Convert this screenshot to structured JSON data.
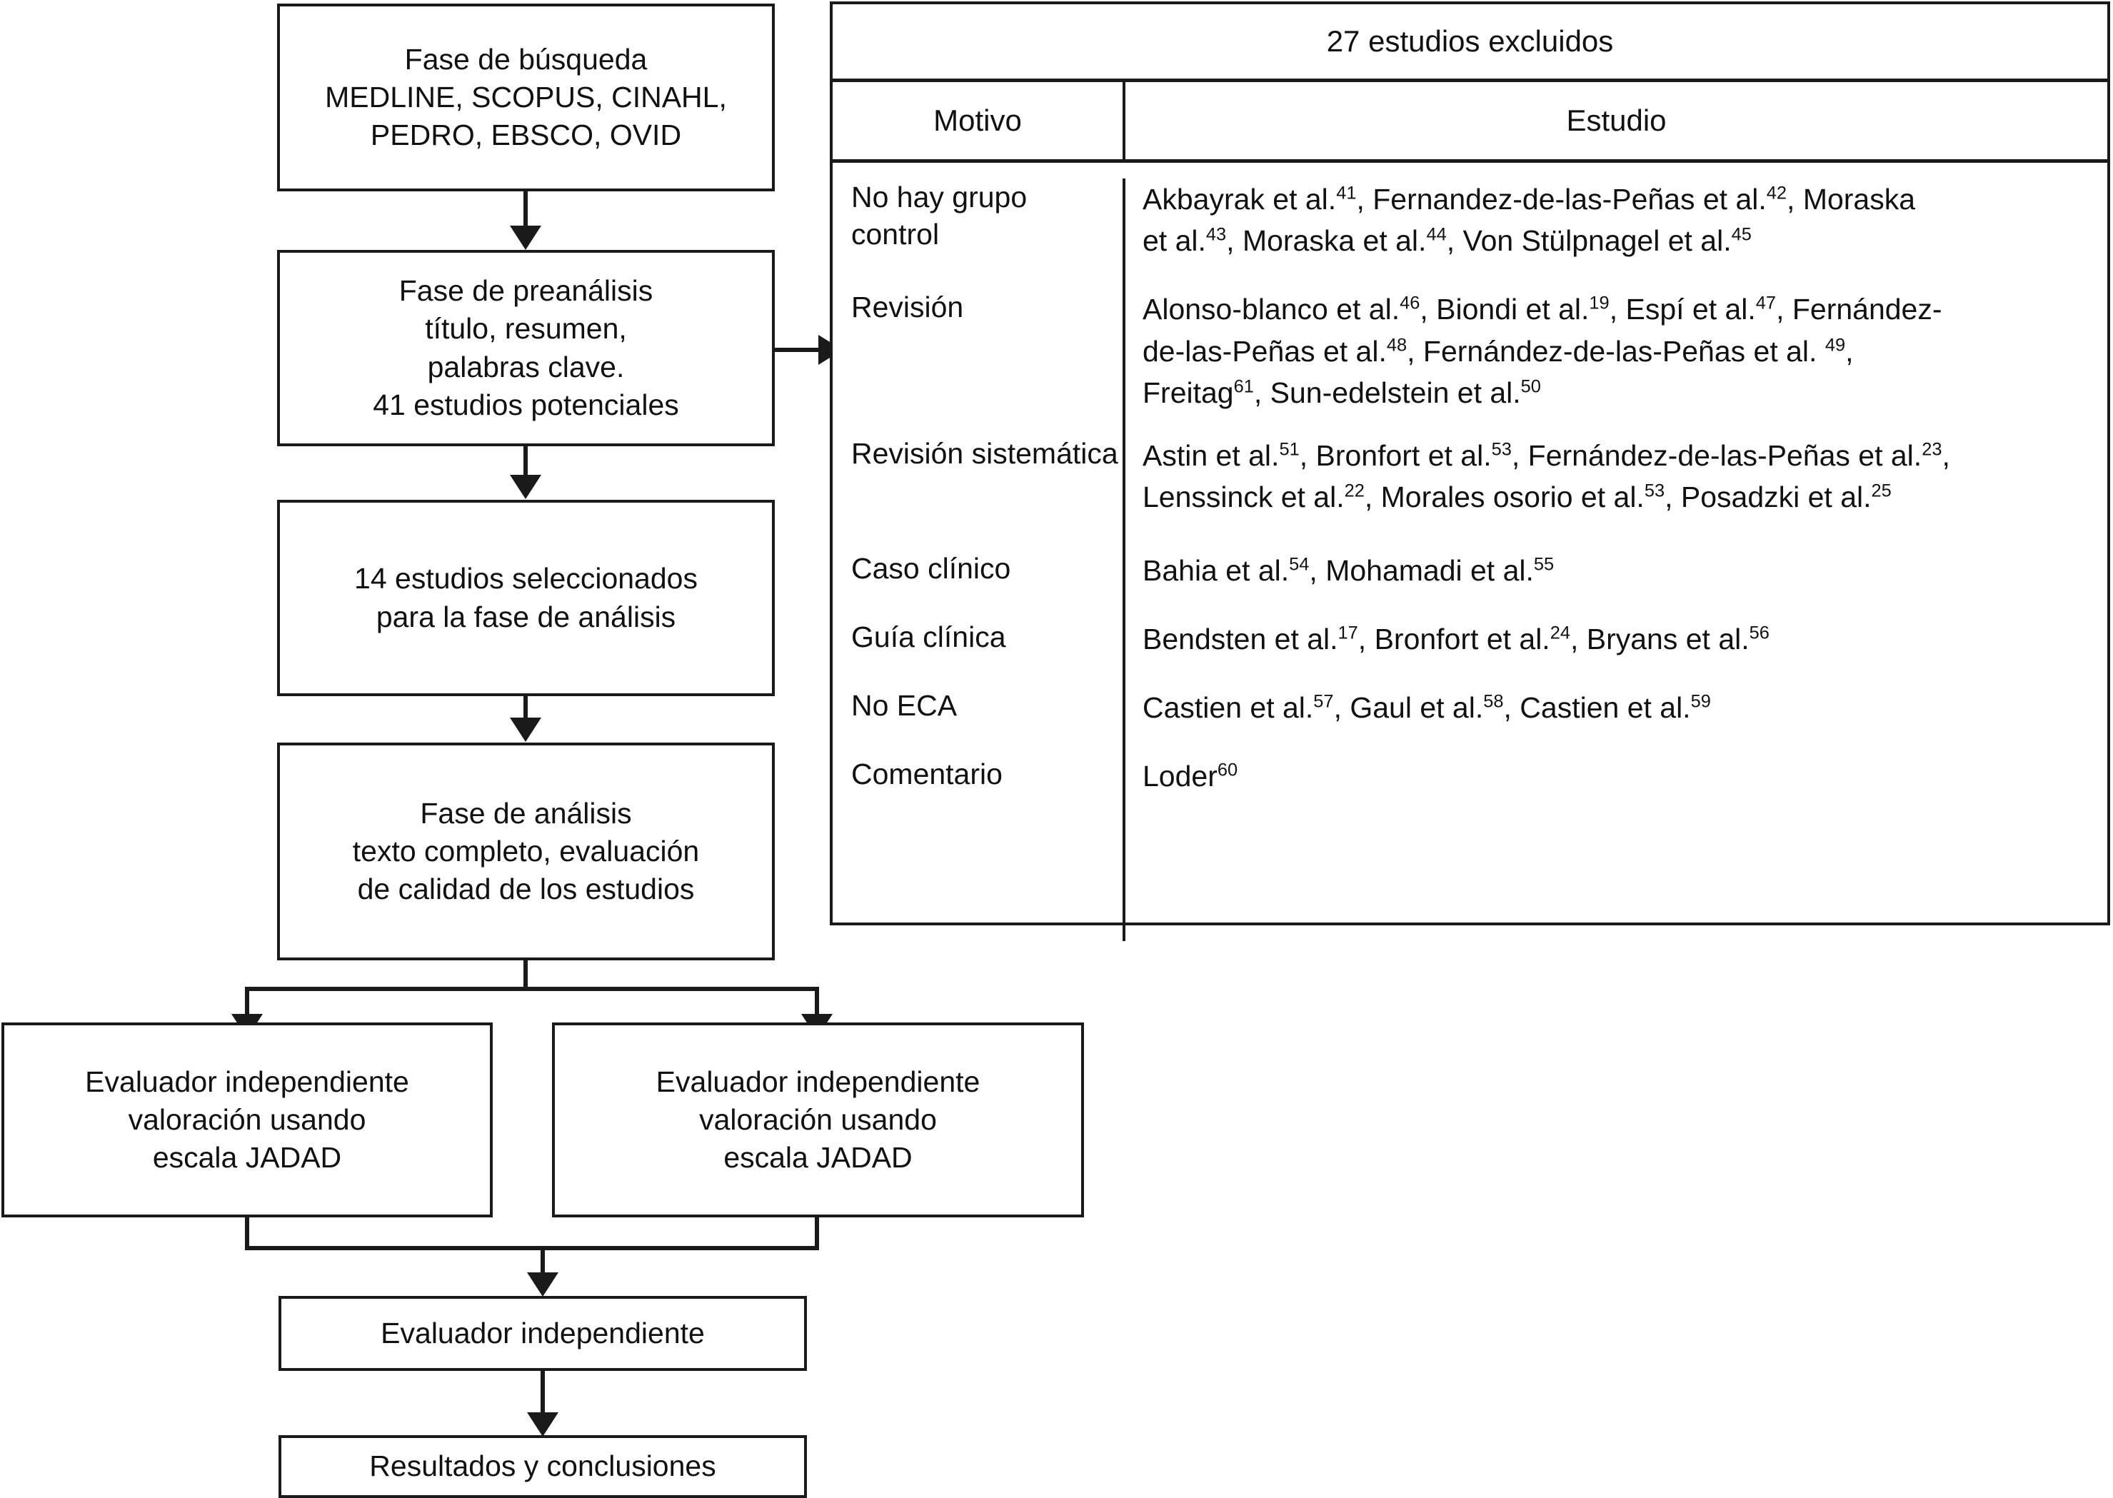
{
  "flow": {
    "nodes": [
      {
        "id": "search-phase",
        "label": "Fase de búsqueda\nMEDLINE, SCOPUS, CINAHL,\nPEDRO, EBSCO, OVID"
      },
      {
        "id": "preanalysis",
        "label": "Fase de preanálisis\ntítulo, resumen,\npalabras clave.\n41 estudios potenciales"
      },
      {
        "id": "selected",
        "label": "14 estudios seleccionados\npara la fase de análisis"
      },
      {
        "id": "analysis-phase",
        "label": "Fase de análisis\ntexto completo, evaluación\nde calidad de los estudios"
      },
      {
        "id": "evaluator-left",
        "label": "Evaluador independiente\nvaloración usando\nescala JADAD"
      },
      {
        "id": "evaluator-right",
        "label": "Evaluador independiente\nvaloración usando\nescala JADAD"
      },
      {
        "id": "evaluator-third",
        "label": "Evaluador independiente"
      },
      {
        "id": "results",
        "label": "Resultados y conclusiones"
      }
    ]
  },
  "table": {
    "title": "27 estudios excluidos",
    "columns": [
      "Motivo",
      "Estudio"
    ],
    "rows": [
      {
        "motivo": "No hay grupo\ncontrol",
        "estudio_html": "Akbayrak et al.<sup>41</sup>, Fernandez-de-las-Peñas et al.<sup>42</sup>, Moraska<br>et al.<sup>43</sup>, Moraska et al.<sup>44</sup>, Von Stülpnagel et al.<sup>45</sup>"
      },
      {
        "motivo": "Revisión",
        "estudio_html": "Alonso-blanco et al.<sup>46</sup>, Biondi et al.<sup>19</sup>, Espí et al.<sup>47</sup>, Fernández-<br>de-las-Peñas et al.<sup>48</sup>, Fernández-de-las-Peñas et al. <sup>49</sup>,<br>Freitag<sup>61</sup>, Sun-edelstein et al.<sup>50</sup>"
      },
      {
        "motivo": "Revisión\nsistemática",
        "estudio_html": "Astin et al.<sup>51</sup>, Bronfort et al.<sup>53</sup>, Fernández-de-las-Peñas et al.<sup>23</sup>,<br>Lenssinck et al.<sup>22</sup>, Morales osorio et al.<sup>53</sup>, Posadzki et al.<sup>25</sup>"
      },
      {
        "motivo": "Caso clínico",
        "estudio_html": "Bahia et al.<sup>54</sup>, Mohamadi et al.<sup>55</sup>"
      },
      {
        "motivo": "Guía clínica",
        "estudio_html": "Bendsten et al.<sup>17</sup>, Bronfort et al.<sup>24</sup>, Bryans et al.<sup>56</sup>"
      },
      {
        "motivo": "No ECA",
        "estudio_html": "Castien et al.<sup>57</sup>, Gaul et al.<sup>58</sup>, Castien et al.<sup>59</sup>"
      },
      {
        "motivo": "Comentario",
        "estudio_html": "Loder<sup>60</sup>"
      }
    ]
  },
  "colors": {
    "line": "#1a1a1a",
    "background": "#ffffff"
  }
}
